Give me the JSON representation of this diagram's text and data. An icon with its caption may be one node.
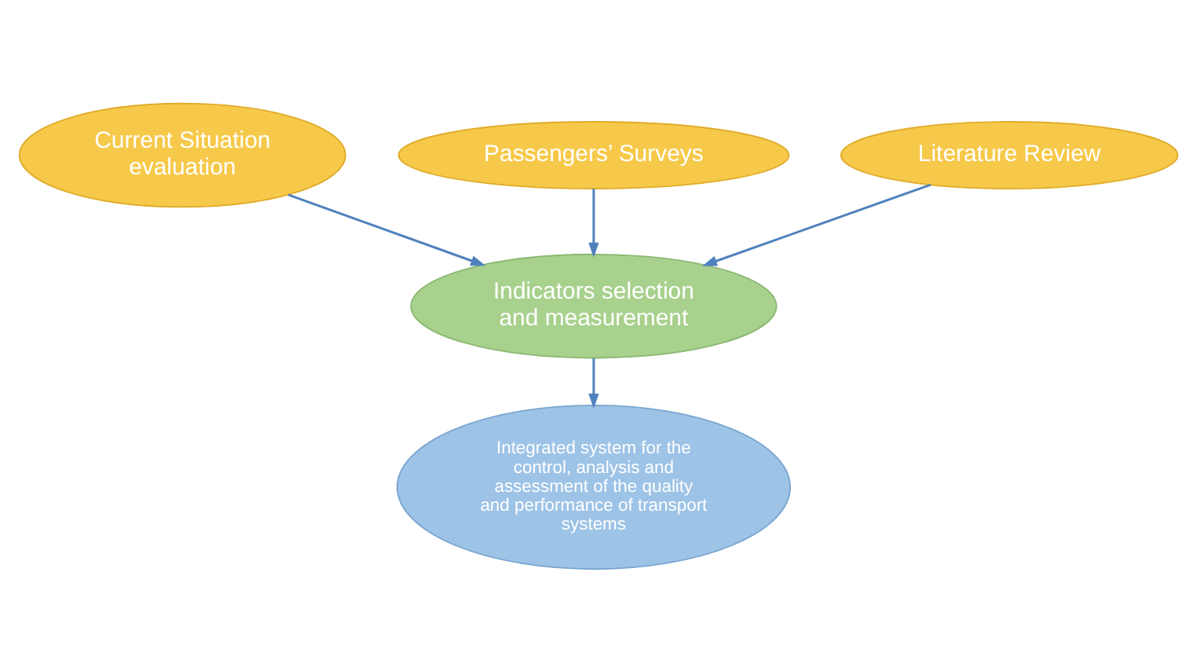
{
  "diagram": {
    "nodes": [
      {
        "text": [
          "Passengers’ Surveys"
        ]
      },
      {
        "text": [
          "Current Situation evaluation"
        ]
      },
      {
        "text": [
          "Literature Review"
        ]
      },
      {
        "text": [
          "Indicators selection and measurement"
        ]
      },
      {
        "text": [
          "Integrated system for the control, analysis and assessment of the quality and performance of transport systems"
        ]
      }
    ],
    "edges": [
      {
        "from": 0,
        "to": 3,
        "arrow": "to"
      },
      {
        "from": 1,
        "to": 3,
        "arrow": "to"
      },
      {
        "from": 2,
        "to": 3,
        "arrow": "to"
      },
      {
        "from": 3,
        "to": 4,
        "arrow": "to"
      }
    ]
  }
}
